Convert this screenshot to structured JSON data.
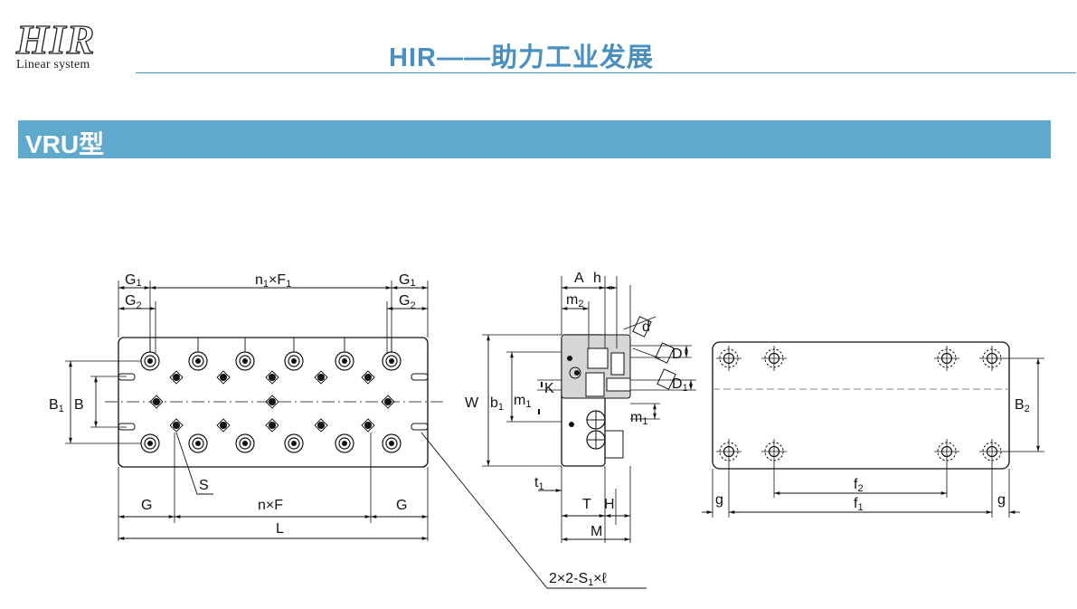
{
  "logo": {
    "mark": "HIR",
    "subtitle": "Linear system"
  },
  "header": {
    "title": "HIR——助力工业发展"
  },
  "section": {
    "title": "VRU型"
  },
  "colors": {
    "accent": "#4a90bf",
    "section_bar": "#5fa9cd"
  },
  "front_view": {
    "G1_left": "G",
    "G1_left_sub": "1",
    "G2_left": "G",
    "G2_left_sub": "2",
    "n1F1": "n",
    "n1F1_sub1": "1",
    "n1F1_mid": "×F",
    "n1F1_sub2": "1",
    "G1_right": "G",
    "G1_right_sub": "1",
    "G2_right": "G",
    "G2_right_sub": "2",
    "B1": "B",
    "B1_sub": "1",
    "B": "B",
    "S": "S",
    "G_left": "G",
    "nF": "n×F",
    "G_right": "G",
    "L": "L"
  },
  "side_view": {
    "A": "A",
    "h": "h",
    "m2": "m",
    "m2_sub": "2",
    "d": "d",
    "D": "D",
    "D1": "D",
    "D1_sub": "1",
    "W": "W",
    "b1": "b",
    "b1_sub": "1",
    "m1_left": "m",
    "m1_left_sub": "1",
    "K": "K",
    "m1_right": "m",
    "m1_right_sub": "1",
    "t1": "t",
    "t1_sub": "1",
    "T": "T",
    "H": "H",
    "M": "M"
  },
  "callout": {
    "prefix": "2×2-S",
    "sub": "1",
    "suffix": "×ℓ"
  },
  "bottom_view": {
    "B2": "B",
    "B2_sub": "2",
    "f2": "f",
    "f2_sub": "2",
    "f1": "f",
    "f1_sub": "1",
    "g_left": "g",
    "g_right": "g"
  }
}
